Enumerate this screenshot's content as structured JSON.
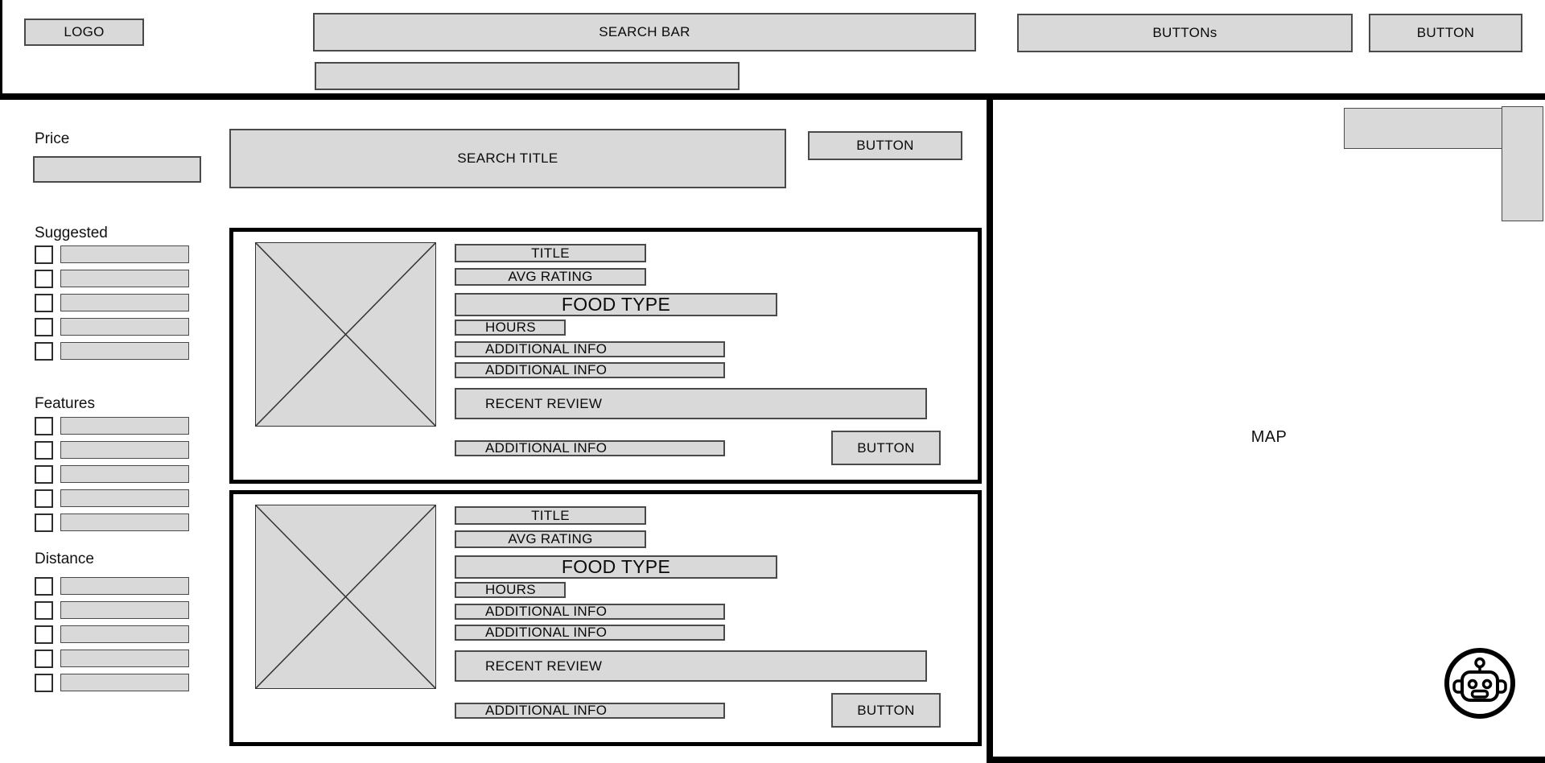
{
  "colors": {
    "box_fill": "#d9d9d9",
    "frame_black": "#000000",
    "box_border": "#4a4a4a",
    "background": "#ffffff"
  },
  "header": {
    "logo": "LOGO",
    "search_bar": "SEARCH BAR",
    "buttons_group": "BUTTONs",
    "button": "BUTTON"
  },
  "filters": {
    "price_label": "Price",
    "groups": [
      {
        "label": "Suggested",
        "option_count": 5
      },
      {
        "label": "Features",
        "option_count": 5
      },
      {
        "label": "Distance",
        "option_count": 5
      }
    ]
  },
  "results": {
    "search_title": "SEARCH TITLE",
    "sort_button": "BUTTON",
    "cards": [
      {
        "title": "TITLE",
        "avg_rating": "AVG RATING",
        "food_type": "FOOD TYPE",
        "hours": "HOURS",
        "additional_info_1": "ADDITIONAL INFO",
        "additional_info_2": "ADDITIONAL INFO",
        "additional_info_3": "ADDITIONAL INFO",
        "recent_review": "RECENT REVIEW",
        "button": "BUTTON"
      },
      {
        "title": "TITLE",
        "avg_rating": "AVG RATING",
        "food_type": "FOOD TYPE",
        "hours": "HOURS",
        "additional_info_1": "ADDITIONAL INFO",
        "additional_info_2": "ADDITIONAL INFO",
        "additional_info_3": "ADDITIONAL INFO",
        "recent_review": "RECENT REVIEW",
        "button": "BUTTON"
      }
    ]
  },
  "map": {
    "label": "MAP",
    "chatbot_icon": "robot-icon"
  }
}
